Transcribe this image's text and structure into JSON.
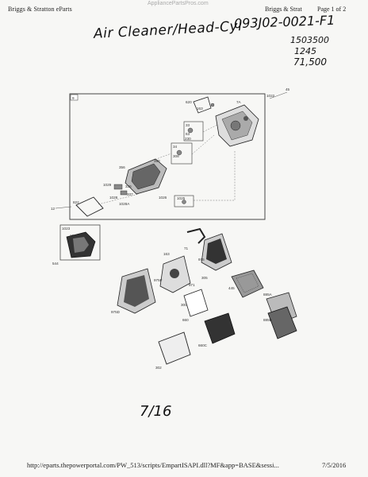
{
  "header": {
    "left": "Briggs & Stratton eParts",
    "center": "AppliancePartsPros.com",
    "right": "Briggs & Strat",
    "page": "Page 1 of 2"
  },
  "handwriting": {
    "title": "Air Cleaner/Head-Cyl",
    "model": "093J02-0021-F1",
    "line1": "1503500",
    "line2": "1245",
    "line3": "71,500",
    "date": "7/16"
  },
  "diagram": {
    "box_number": "9",
    "part_labels": [
      "1022",
      "45",
      "620",
      "163",
      "7A",
      "33",
      "63",
      "230",
      "34",
      "308",
      "358",
      "356",
      "1029",
      "336",
      "337",
      "1026",
      "1025",
      "1028",
      "1028A",
      "822",
      "12",
      "1023",
      "1022",
      "544",
      "163",
      "71",
      "975",
      "975F",
      "971",
      "305",
      "445",
      "300",
      "885A",
      "975D",
      "885B",
      "660",
      "660C",
      "302"
    ]
  },
  "footer": {
    "url": "http://eparts.thepowerportal.com/PW_513/scripts/EmpartISAPI.dll?MF&app=BASE&sessi...",
    "date": "7/5/2016"
  }
}
